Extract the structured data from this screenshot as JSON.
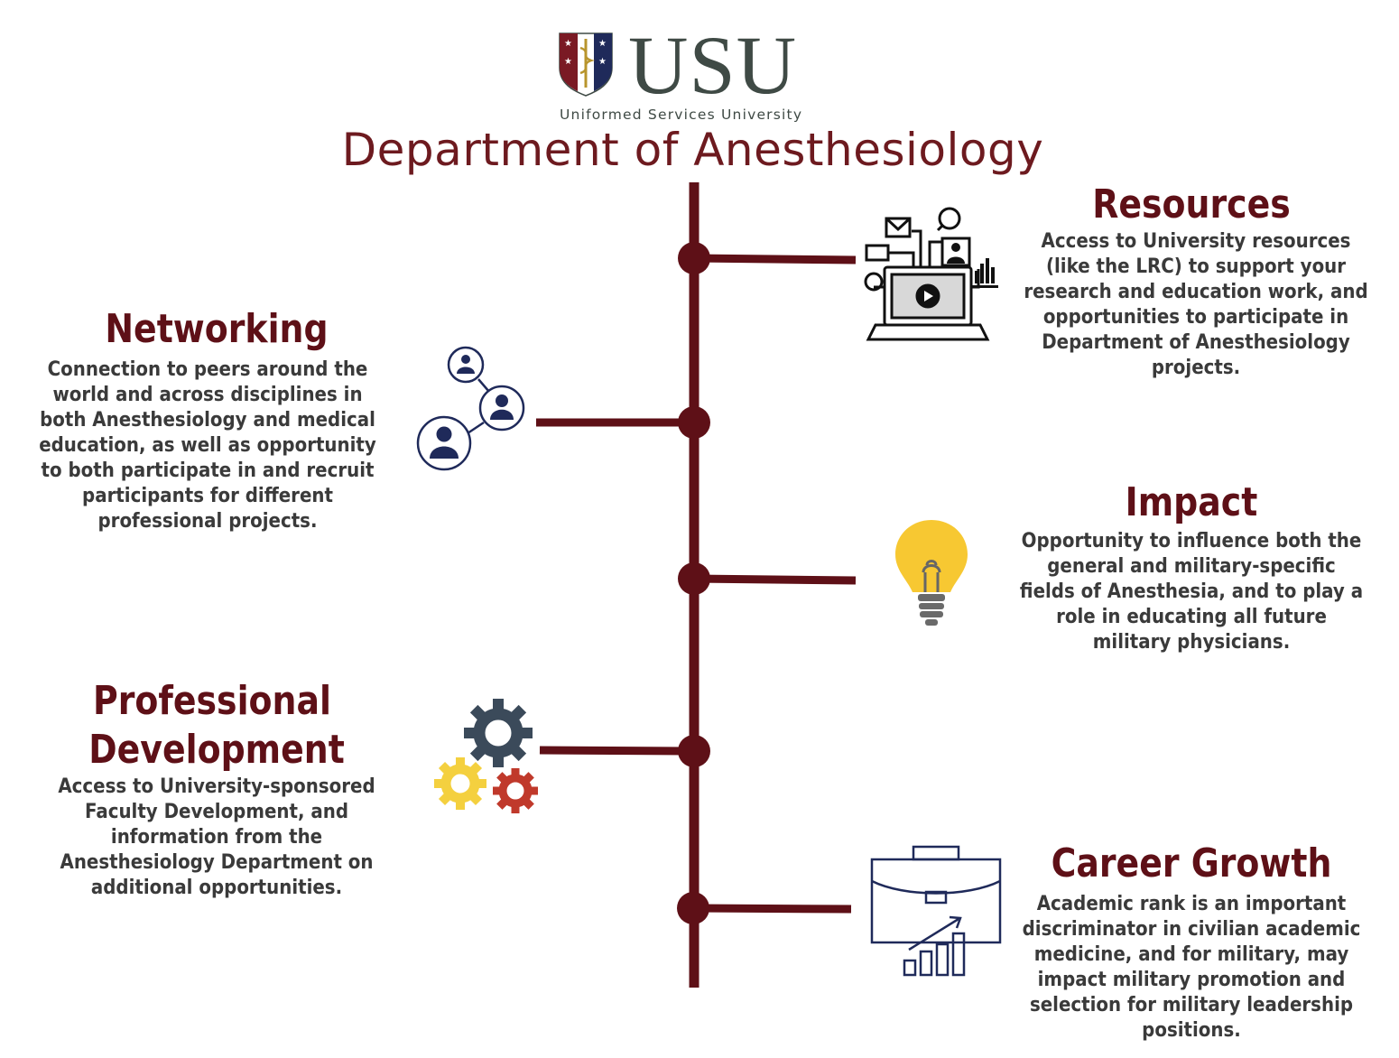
{
  "header": {
    "logo_text": "USU",
    "logo_subtitle": "Uniformed Services University",
    "department_title": "Department of Anesthesiology"
  },
  "colors": {
    "maroon": "#5e1017",
    "title_red": "#6d1a1f",
    "body_text": "#3a3a3a",
    "navy": "#1f2a5a",
    "gear_dark": "#3b4a5a",
    "gear_yellow": "#f4d03f",
    "gear_red": "#c0392b",
    "bulb_yellow": "#f7c832"
  },
  "sections": {
    "resources": {
      "title": "Resources",
      "body": "Access to University resources (like the LRC) to support your research and education work, and opportunities to participate in Department of Anesthesiology projects.",
      "icon": "computer-network-icon"
    },
    "networking": {
      "title": "Networking",
      "body": "Connection to peers around the world and across disciplines in both Anesthesiology and medical education, as well as opportunity to both participate in and recruit participants for different professional projects.",
      "icon": "people-network-icon"
    },
    "impact": {
      "title": "Impact",
      "body": "Opportunity to influence both the general and military-specific fields of Anesthesia, and to play a role in educating all future military physicians.",
      "icon": "lightbulb-icon"
    },
    "professional_development": {
      "title_line1": "Professional",
      "title_line2": "Development",
      "body": "Access to University-sponsored Faculty Development, and information from the Anesthesiology Department on additional opportunities.",
      "icon": "gears-icon"
    },
    "career_growth": {
      "title": "Career Growth",
      "body": "Academic rank is an important discriminator in civilian academic medicine, and for military, may impact military promotion and selection for military leadership positions.",
      "icon": "briefcase-growth-icon"
    }
  }
}
